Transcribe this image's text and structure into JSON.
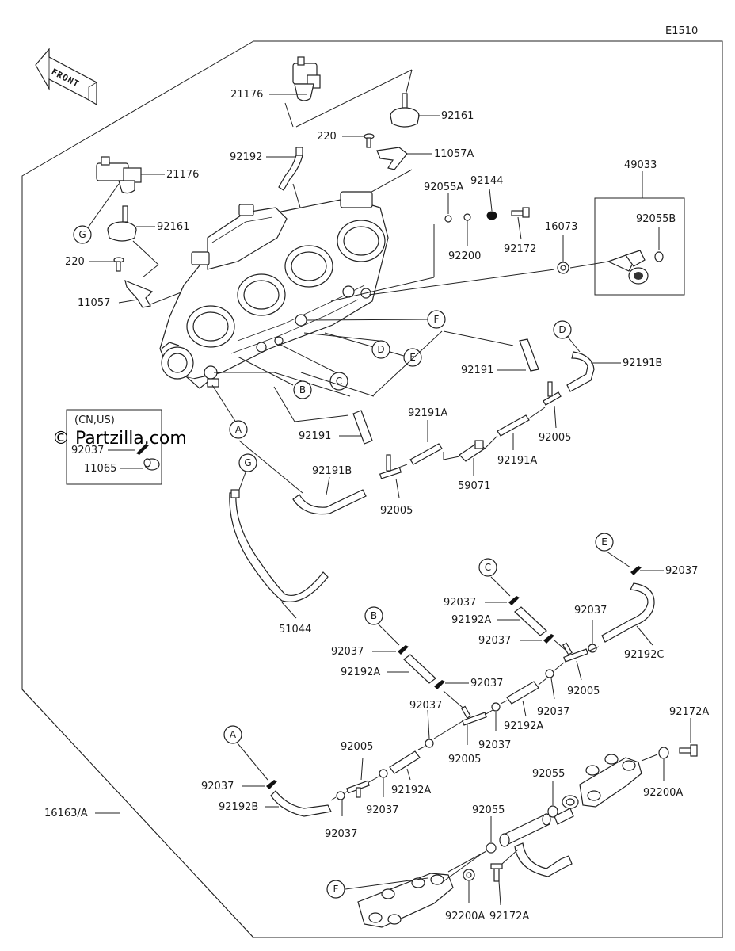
{
  "diagram_code": "E1510",
  "front_label": "FRONT",
  "watermark": "© Partzilla.com",
  "region_box": {
    "title": "(CN,US)",
    "parts": [
      "92037",
      "11065"
    ]
  },
  "assembly_label": "16163/A",
  "callout_letters": [
    "A",
    "B",
    "C",
    "D",
    "E",
    "F",
    "G"
  ],
  "part_numbers": {
    "p21176_top": "21176",
    "p92161_top": "92161",
    "p220_top": "220",
    "p11057A": "11057A",
    "p92192_top": "92192",
    "p21176_left": "21176",
    "p92161_left": "92161",
    "p220_left": "220",
    "p11057": "11057",
    "p49033": "49033",
    "p92055B": "92055B",
    "p92055A": "92055A",
    "p92144": "92144",
    "p92200": "92200",
    "p92172": "92172",
    "p16073": "16073",
    "p92191_right": "92191",
    "p92191B_right": "92191B",
    "p92005_right": "92005",
    "p92191A_mid": "92191A",
    "p92191_mid": "92191",
    "p92191A_right": "92191A",
    "p59071": "59071",
    "p92191B_left": "92191B",
    "p92005_left": "92005",
    "p51044": "51044",
    "p92037_e": "92037",
    "p92037_c": "92037",
    "p92192A_c": "92192A",
    "p92037_c2": "92037",
    "p92037_r1": "92037",
    "p92192C": "92192C",
    "p92005_r2": "92005",
    "p92037_b": "92037",
    "p92192A_b": "92192A",
    "p92037_b2": "92037",
    "p92037_m1": "92037",
    "p92037_m2": "92037",
    "p92192A_m": "92192A",
    "p92037_m3": "92037",
    "p92005_m": "92005",
    "p92005_l": "92005",
    "p92037_a": "92037",
    "p92192B_a": "92192B",
    "p92037_a2": "92037",
    "p92037_l2": "92037",
    "p92192A_l": "92192A",
    "p92172A_r": "92172A",
    "p92055_r": "92055",
    "p92200A_r": "92200A",
    "p92055_b": "92055",
    "p92200A_b": "92200A",
    "p92172A_b": "92172A"
  }
}
